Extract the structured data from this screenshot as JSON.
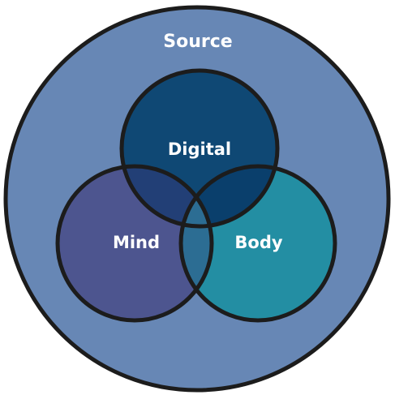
{
  "diagram": {
    "outer": {
      "label": "Source",
      "color": "#6787b5"
    },
    "circles": [
      {
        "id": "mind",
        "label": "Mind",
        "color": "#4d558f"
      },
      {
        "id": "body",
        "label": "Body",
        "color": "#238ea3"
      },
      {
        "id": "digital",
        "label": "Digital",
        "color": "#0f4874"
      }
    ],
    "overlap_color_mind_digital": "#223f76",
    "overlap_color_body_digital": "#0a3f6c",
    "overlap_color_mind_body": "#2c6d93",
    "stroke_color": "#1c1c1c"
  }
}
